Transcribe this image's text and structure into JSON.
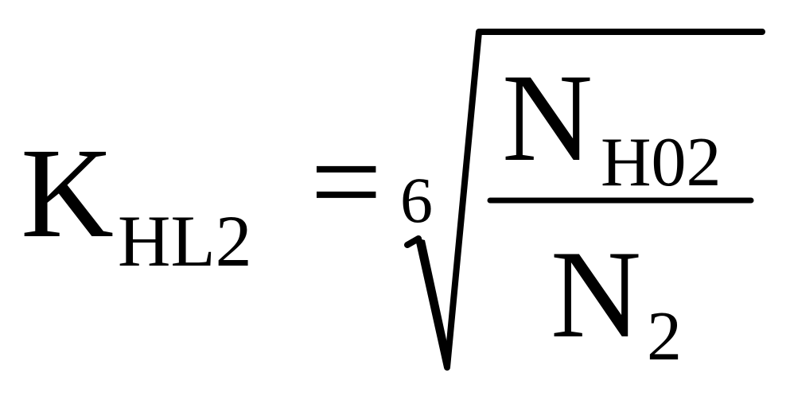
{
  "formula": {
    "lhs": {
      "symbol": "K",
      "subscript": "HL2"
    },
    "operator": "=",
    "root_index": "6",
    "numerator": {
      "symbol": "N",
      "subscript": "H02"
    },
    "denominator": {
      "symbol": "N",
      "subscript": "2"
    }
  }
}
